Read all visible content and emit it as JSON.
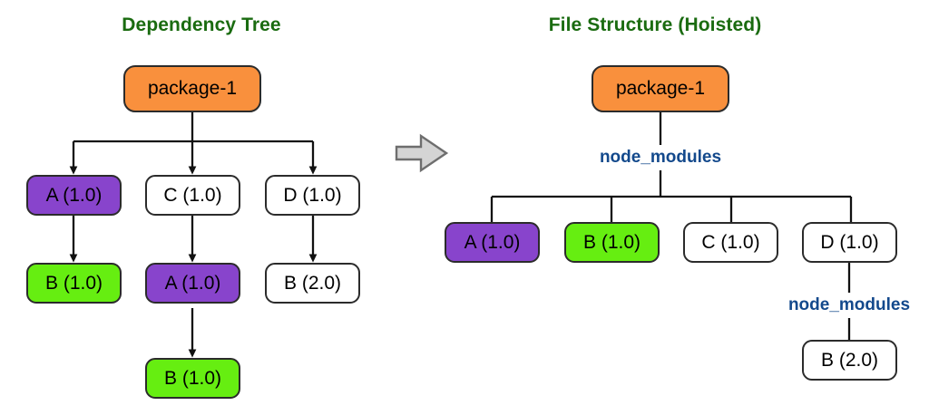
{
  "diagram": {
    "title_left": "Dependency Tree",
    "title_right": "File Structure (Hoisted)",
    "colors": {
      "title_green": "#1a6b10",
      "dir_blue": "#13498c",
      "root_orange": "#f9903d",
      "node_purple": "#8844cc",
      "node_green": "#66ee11",
      "node_white": "#ffffff",
      "stroke": "#2b2b2b",
      "arrow_fill": "#d4d4d4",
      "arrow_stroke": "#6e6e6e",
      "background": "#ffffff"
    },
    "flow_arrow": "right-arrow-icon"
  },
  "left_panel": {
    "title": "Dependency Tree",
    "root": {
      "label": "package-1",
      "style": "root"
    },
    "level2": [
      {
        "label": "A (1.0)",
        "style": "purple"
      },
      {
        "label": "C (1.0)",
        "style": "plain"
      },
      {
        "label": "D (1.0)",
        "style": "plain"
      }
    ],
    "level3": [
      {
        "label": "B (1.0)",
        "style": "green"
      },
      {
        "label": "A (1.0)",
        "style": "purple"
      },
      {
        "label": "B (2.0)",
        "style": "plain"
      }
    ],
    "level4": [
      {
        "label": "B (1.0)",
        "style": "green"
      }
    ]
  },
  "right_panel": {
    "title": "File Structure (Hoisted)",
    "root": {
      "label": "package-1",
      "style": "root"
    },
    "node_modules_top": "node_modules",
    "hoisted": [
      {
        "label": "A (1.0)",
        "style": "purple"
      },
      {
        "label": "B (1.0)",
        "style": "green"
      },
      {
        "label": "C (1.0)",
        "style": "plain"
      },
      {
        "label": "D (1.0)",
        "style": "plain"
      }
    ],
    "node_modules_nested": "node_modules",
    "nested": [
      {
        "label": "B (2.0)",
        "style": "plain"
      }
    ]
  }
}
